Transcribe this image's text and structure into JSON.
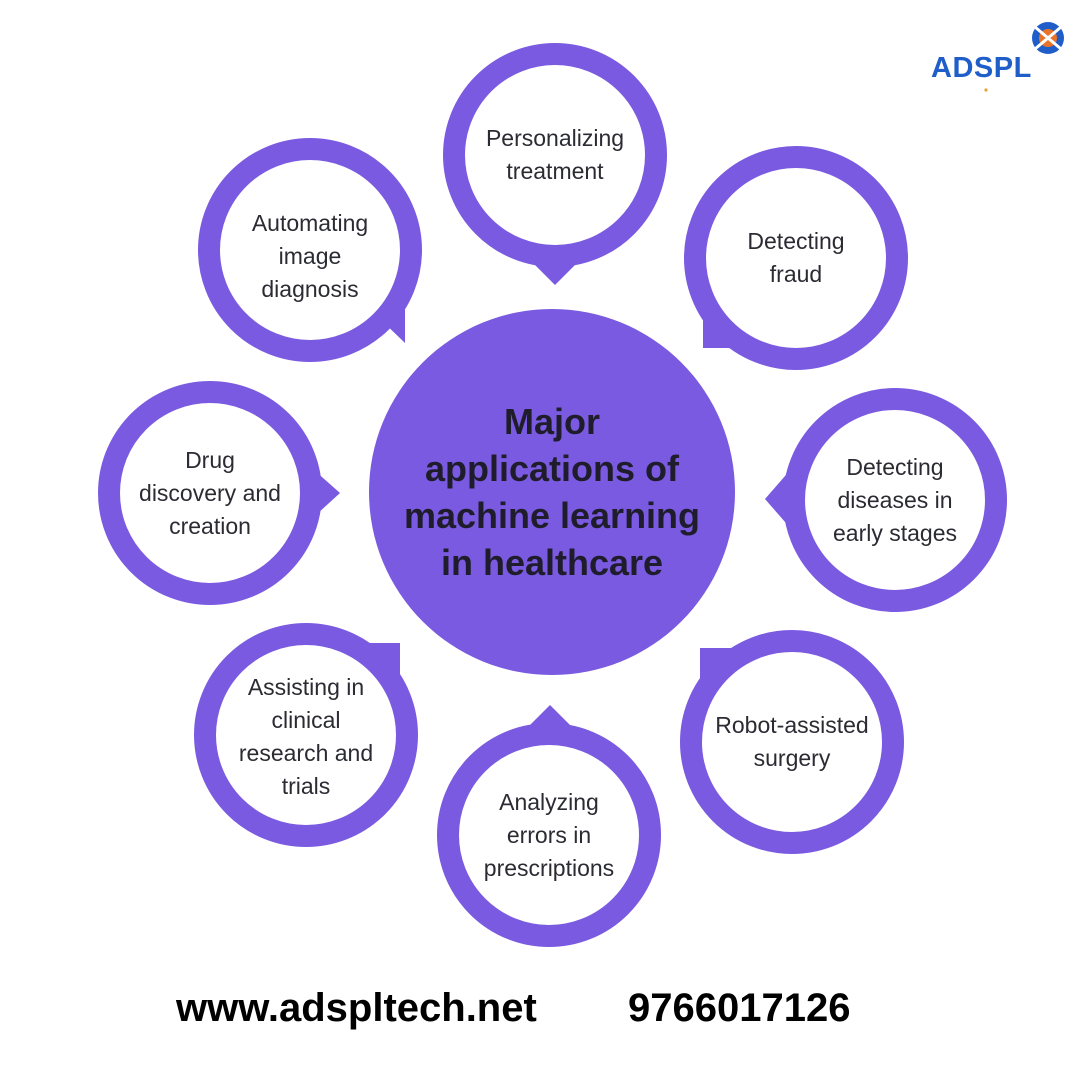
{
  "logo": {
    "text": "ADSPL",
    "icon": "adspl-logo-icon",
    "colors": {
      "text": "#1f5ec9",
      "outer": "#1f5ec9",
      "inner": "#e8742a"
    }
  },
  "diagram": {
    "center": {
      "label": "Major applications of machine learning in healthcare",
      "lines": [
        "Major",
        "applications of",
        "machine learning",
        "in healthcare"
      ]
    },
    "items": [
      {
        "label": "Personalizing treatment",
        "lines": [
          "Personalizing",
          "treatment"
        ]
      },
      {
        "label": "Detecting fraud",
        "lines": [
          "Detecting",
          "fraud"
        ]
      },
      {
        "label": "Detecting diseases in early stages",
        "lines": [
          "Detecting",
          "diseases in",
          "early stages"
        ]
      },
      {
        "label": "Robot-assisted surgery",
        "lines": [
          "Robot-assisted",
          "surgery"
        ]
      },
      {
        "label": "Analyzing errors in prescriptions",
        "lines": [
          "Analyzing",
          "errors in",
          "prescriptions"
        ]
      },
      {
        "label": "Assisting in clinical research and trials",
        "lines": [
          "Assisting in",
          "clinical",
          "research and",
          "trials"
        ]
      },
      {
        "label": "Drug discovery and creation",
        "lines": [
          "Drug",
          "discovery and",
          "creation"
        ]
      },
      {
        "label": "Automating image diagnosis",
        "lines": [
          "Automating",
          "image",
          "diagnosis"
        ]
      }
    ],
    "colors": {
      "ring": "#7a5ae0",
      "center": "#7a5ae0",
      "text": "#2b2b33"
    }
  },
  "footer": {
    "website": "www.adspltech.net",
    "phone": "9766017126"
  }
}
